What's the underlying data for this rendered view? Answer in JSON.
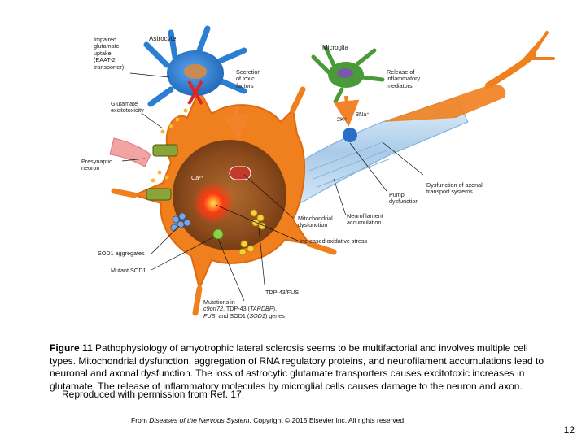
{
  "diagram": {
    "labels": {
      "astrocyte": "Astrocyte",
      "impaired_uptake": "Impaired\nglutamate\nuptake\n(EAAT-2\ntransporter)",
      "secretion": "Secretion\nof toxic\nfactors",
      "microglia": "Microglia",
      "release": "Release of\ninflammatory\nmediators",
      "glutamate_excitotoxicity": "Glutamate\nexcitotoxicity",
      "presynaptic": "Presynaptic\nneuron",
      "na": "3Na⁺",
      "k": "2K⁺",
      "ca": "Ca²⁺",
      "axonal_transport": "Dysfunction of axonal\ntransport systems",
      "pump": "Pump\ndysfunction",
      "neurofilament": "Neurofilament\naccumulation",
      "mito": "Mitochondrial\ndysfunction",
      "oxidative": "Increased oxidative stress",
      "sod1_aggregates": "SOD1 aggregates",
      "mutant_sod1": "Mutant SOD1",
      "tdp43": "TDP-43/FUS",
      "mutations_1": "Mutations in",
      "mutations_2a": "c9orf72",
      "mutations_2b": ", TDP-43 (",
      "mutations_2c": "TARDBP",
      "mutations_2d": "),",
      "mutations_3a": "FUS",
      "mutations_3b": ", and SOD1 (",
      "mutations_3c": "SOD1",
      "mutations_3d": ") genes"
    }
  },
  "caption": {
    "figure_number": "Figure 11",
    "text": "Pathophysiology of amyotrophic lateral sclerosis seems to be multifactorial and involves multiple cell types. Mitochondrial dysfunction, aggregation of RNA regulatory proteins, and neurofilament accumulations lead to neuronal and axonal dysfunction. The loss of astrocytic glutamate transporters causes excitotoxic increases in glutamate. The release of inflammatory molecules by microglial cells causes damage to the neuron and axon.",
    "reproduced": "Reproduced with permission from Ref. 17."
  },
  "footer": {
    "prefix": "From ",
    "book": "Diseases of the Nervous System",
    "suffix": ". Copyright © 2015 Elsevier Inc. All rights reserved."
  },
  "page_number": "12",
  "colors": {
    "neuron_orange": "#f07f1e",
    "soma_brown": "#8a4a1c",
    "astrocyte_blue": "#2a7fd4",
    "microglia_green": "#4a9a3a",
    "axon_blue": "#b9d6ee",
    "arrow_orange": "#f2832a"
  }
}
